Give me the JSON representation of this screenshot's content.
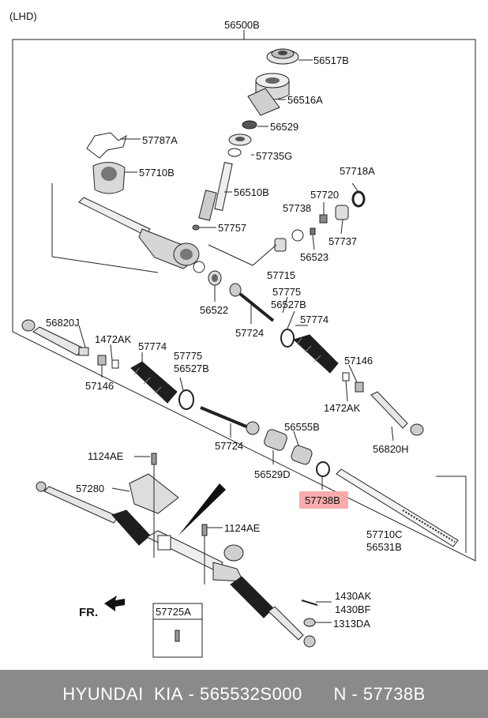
{
  "diagram": {
    "variant_label": "(LHD)",
    "assembly_label": "56500B",
    "direction_label": "FR.",
    "highlight_color": "#f7a3a3",
    "parts": [
      {
        "key": "p56517B",
        "text": "56517B"
      },
      {
        "key": "p56516A",
        "text": "56516A"
      },
      {
        "key": "p56529",
        "text": "56529"
      },
      {
        "key": "p57787A",
        "text": "57787A"
      },
      {
        "key": "p57735G",
        "text": "57735G"
      },
      {
        "key": "p57710B",
        "text": "57710B"
      },
      {
        "key": "p57718A",
        "text": "57718A"
      },
      {
        "key": "p56510B",
        "text": "56510B"
      },
      {
        "key": "p57720",
        "text": "57720"
      },
      {
        "key": "p57738",
        "text": "57738"
      },
      {
        "key": "p57757",
        "text": "57757"
      },
      {
        "key": "p57737",
        "text": "57737"
      },
      {
        "key": "p56523",
        "text": "56523"
      },
      {
        "key": "p57715",
        "text": "57715"
      },
      {
        "key": "p57775a",
        "text": "57775"
      },
      {
        "key": "p56527Ba",
        "text": "56527B"
      },
      {
        "key": "p56522",
        "text": "56522"
      },
      {
        "key": "p57774a",
        "text": "57774"
      },
      {
        "key": "p57724a",
        "text": "57724"
      },
      {
        "key": "p56820J",
        "text": "56820J"
      },
      {
        "key": "p1472AKa",
        "text": "1472AK"
      },
      {
        "key": "p57774b",
        "text": "57774"
      },
      {
        "key": "p57775b",
        "text": "57775"
      },
      {
        "key": "p56527Bb",
        "text": "56527B"
      },
      {
        "key": "p57146a",
        "text": "57146"
      },
      {
        "key": "p57146b",
        "text": "57146"
      },
      {
        "key": "p1472AKb",
        "text": "1472AK"
      },
      {
        "key": "p56555B",
        "text": "56555B"
      },
      {
        "key": "p57724b",
        "text": "57724"
      },
      {
        "key": "p56820H",
        "text": "56820H"
      },
      {
        "key": "p1124AEa",
        "text": "1124AE"
      },
      {
        "key": "p56529D",
        "text": "56529D"
      },
      {
        "key": "p57280",
        "text": "57280"
      },
      {
        "key": "p57738B",
        "text": "57738B"
      },
      {
        "key": "p1124AEb",
        "text": "1124AE"
      },
      {
        "key": "p57710C",
        "text": "57710C"
      },
      {
        "key": "p56531B",
        "text": "56531B"
      },
      {
        "key": "p57725A",
        "text": "57725A"
      },
      {
        "key": "p1430AK",
        "text": "1430AK"
      },
      {
        "key": "p1430BF",
        "text": "1430BF"
      },
      {
        "key": "p1313DA",
        "text": "1313DA"
      }
    ]
  },
  "footer": {
    "brand": "HYUNDAI  KIA",
    "separator": " - ",
    "part_number": "565532S000",
    "n_label": "N",
    "n_value": "57738B"
  }
}
